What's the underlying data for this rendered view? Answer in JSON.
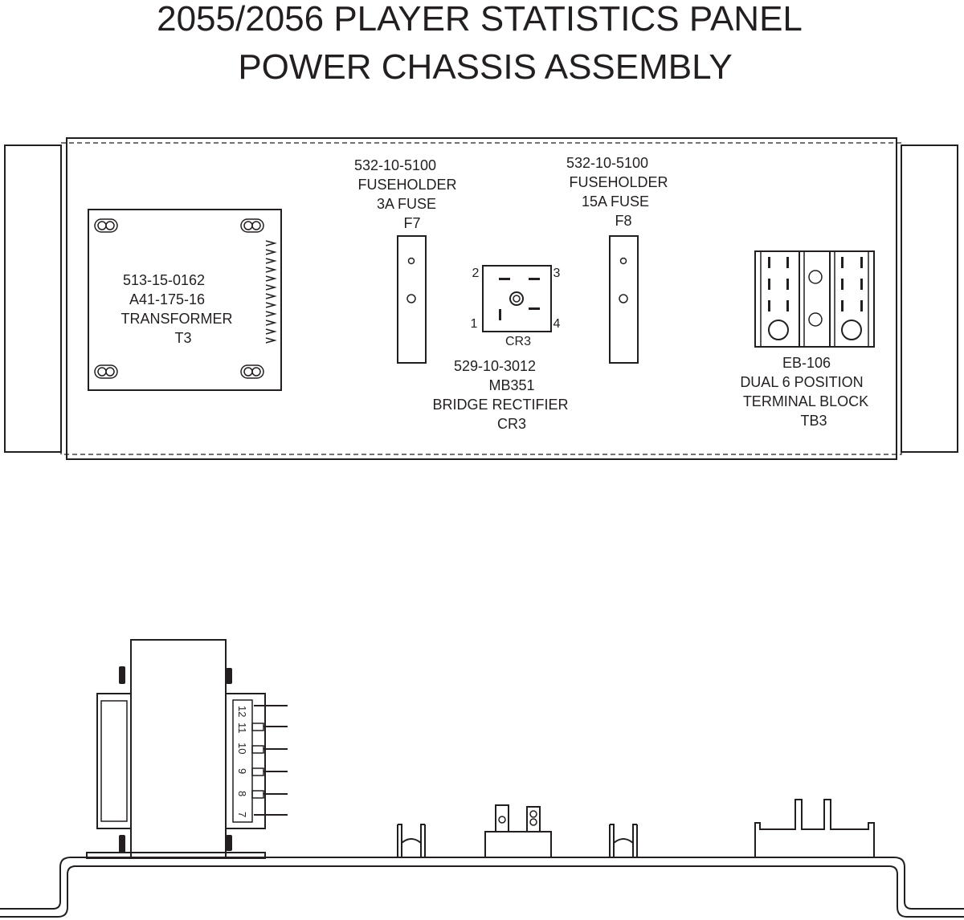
{
  "title": {
    "line1": "2055/2056 PLAYER STATISTICS PANEL",
    "line2": "POWER CHASSIS ASSEMBLY"
  },
  "transformer": {
    "part_number": "513-15-0162",
    "model": "A41-175-16",
    "name": "TRANSFORMER",
    "ref": "T3",
    "pins": [
      "12",
      "11",
      "10",
      "9",
      "8",
      "7"
    ]
  },
  "fuse_f7": {
    "part_number": "532-10-5100",
    "name": "FUSEHOLDER",
    "rating": "3A FUSE",
    "ref": "F7"
  },
  "fuse_f8": {
    "part_number": "532-10-5100",
    "name": "FUSEHOLDER",
    "rating": "15A FUSE",
    "ref": "F8"
  },
  "rectifier": {
    "body_label": "CR3",
    "part_number": "529-10-3012",
    "model": "MB351",
    "name": "BRIDGE RECTIFIER",
    "ref": "CR3",
    "pins": [
      "1",
      "2",
      "3",
      "4"
    ]
  },
  "terminal_block": {
    "part_number": "EB-106",
    "desc1": "DUAL 6 POSITION",
    "desc2": "TERMINAL BLOCK",
    "ref": "TB3"
  }
}
